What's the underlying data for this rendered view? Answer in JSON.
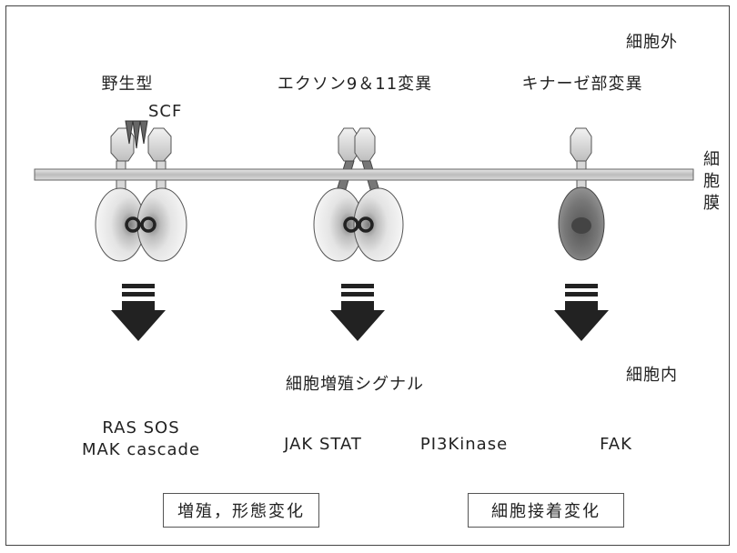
{
  "labels": {
    "extracellular": "細胞外",
    "intracellular": "細胞内",
    "membrane_chars": [
      "細",
      "胞",
      "膜"
    ],
    "ligand": "SCF",
    "proliferation_signal": "細胞増殖シグナル"
  },
  "columns": [
    {
      "title": "野生型"
    },
    {
      "title": "エクソン9＆11変異"
    },
    {
      "title": "キナーゼ部変異"
    }
  ],
  "pathways": {
    "ras_line1": "RAS SOS",
    "ras_line2": "MAK cascade",
    "jak": "JAK STAT",
    "pi3k": "PI3Kinase",
    "fak": "FAK"
  },
  "outcomes": {
    "left": "増殖，形態変化",
    "right": "細胞接着変化"
  }
}
